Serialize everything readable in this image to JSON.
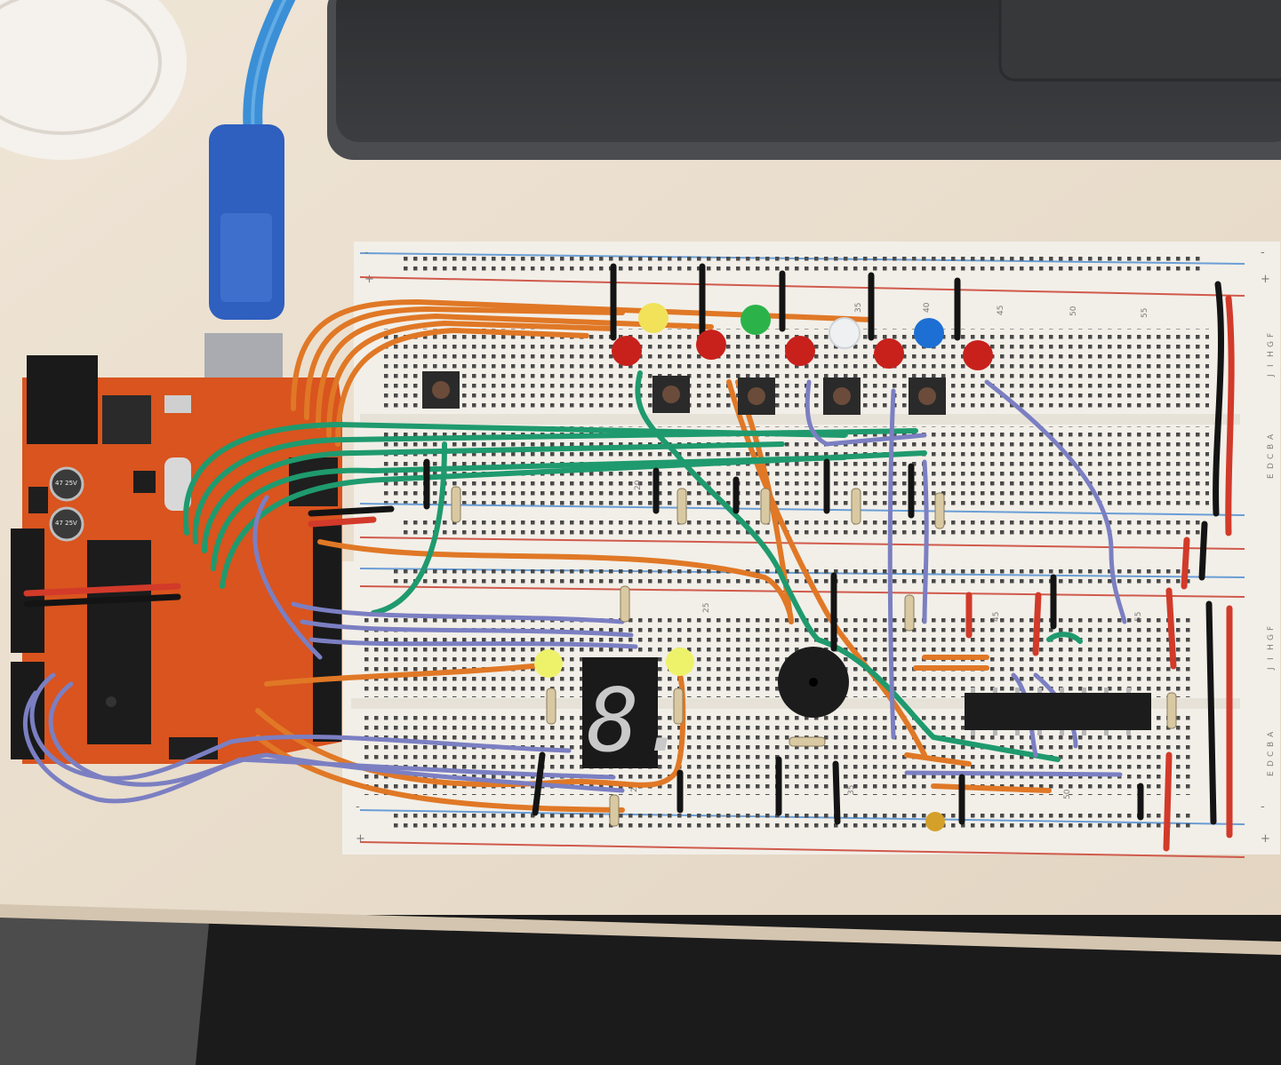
{
  "breadboard_top": {
    "numbers": [
      "20",
      "25",
      "35",
      "40",
      "45",
      "50",
      "55"
    ],
    "row_letters_right": [
      "F",
      "G",
      "H",
      "I",
      "J"
    ],
    "row_letters_right_low": [
      "A",
      "B",
      "C",
      "D",
      "E"
    ],
    "rail_marks": [
      "-",
      "+"
    ]
  },
  "breadboard_bottom": {
    "numbers": [
      "20",
      "25",
      "35",
      "45",
      "50",
      "55"
    ],
    "row_letters_right": [
      "F",
      "G",
      "H",
      "I",
      "J"
    ],
    "row_letters_right_low": [
      "A",
      "B",
      "C",
      "D",
      "E"
    ],
    "rail_marks": [
      "-",
      "+"
    ]
  },
  "arduino": {
    "cap_label_1": "47 25V",
    "cap_label_2": "47 25V"
  },
  "seven_segment": {
    "digit": "8."
  },
  "colors": {
    "wire_orange": "#e07826",
    "wire_green": "#1f9a6e",
    "wire_purple": "#7b7fc2",
    "wire_red": "#d23a2a",
    "wire_black": "#141414",
    "board_orange": "#d9541e",
    "breadboard": "#f2efe8",
    "desk": "#e9dccb",
    "usb_blue": "#3b6fd1"
  }
}
